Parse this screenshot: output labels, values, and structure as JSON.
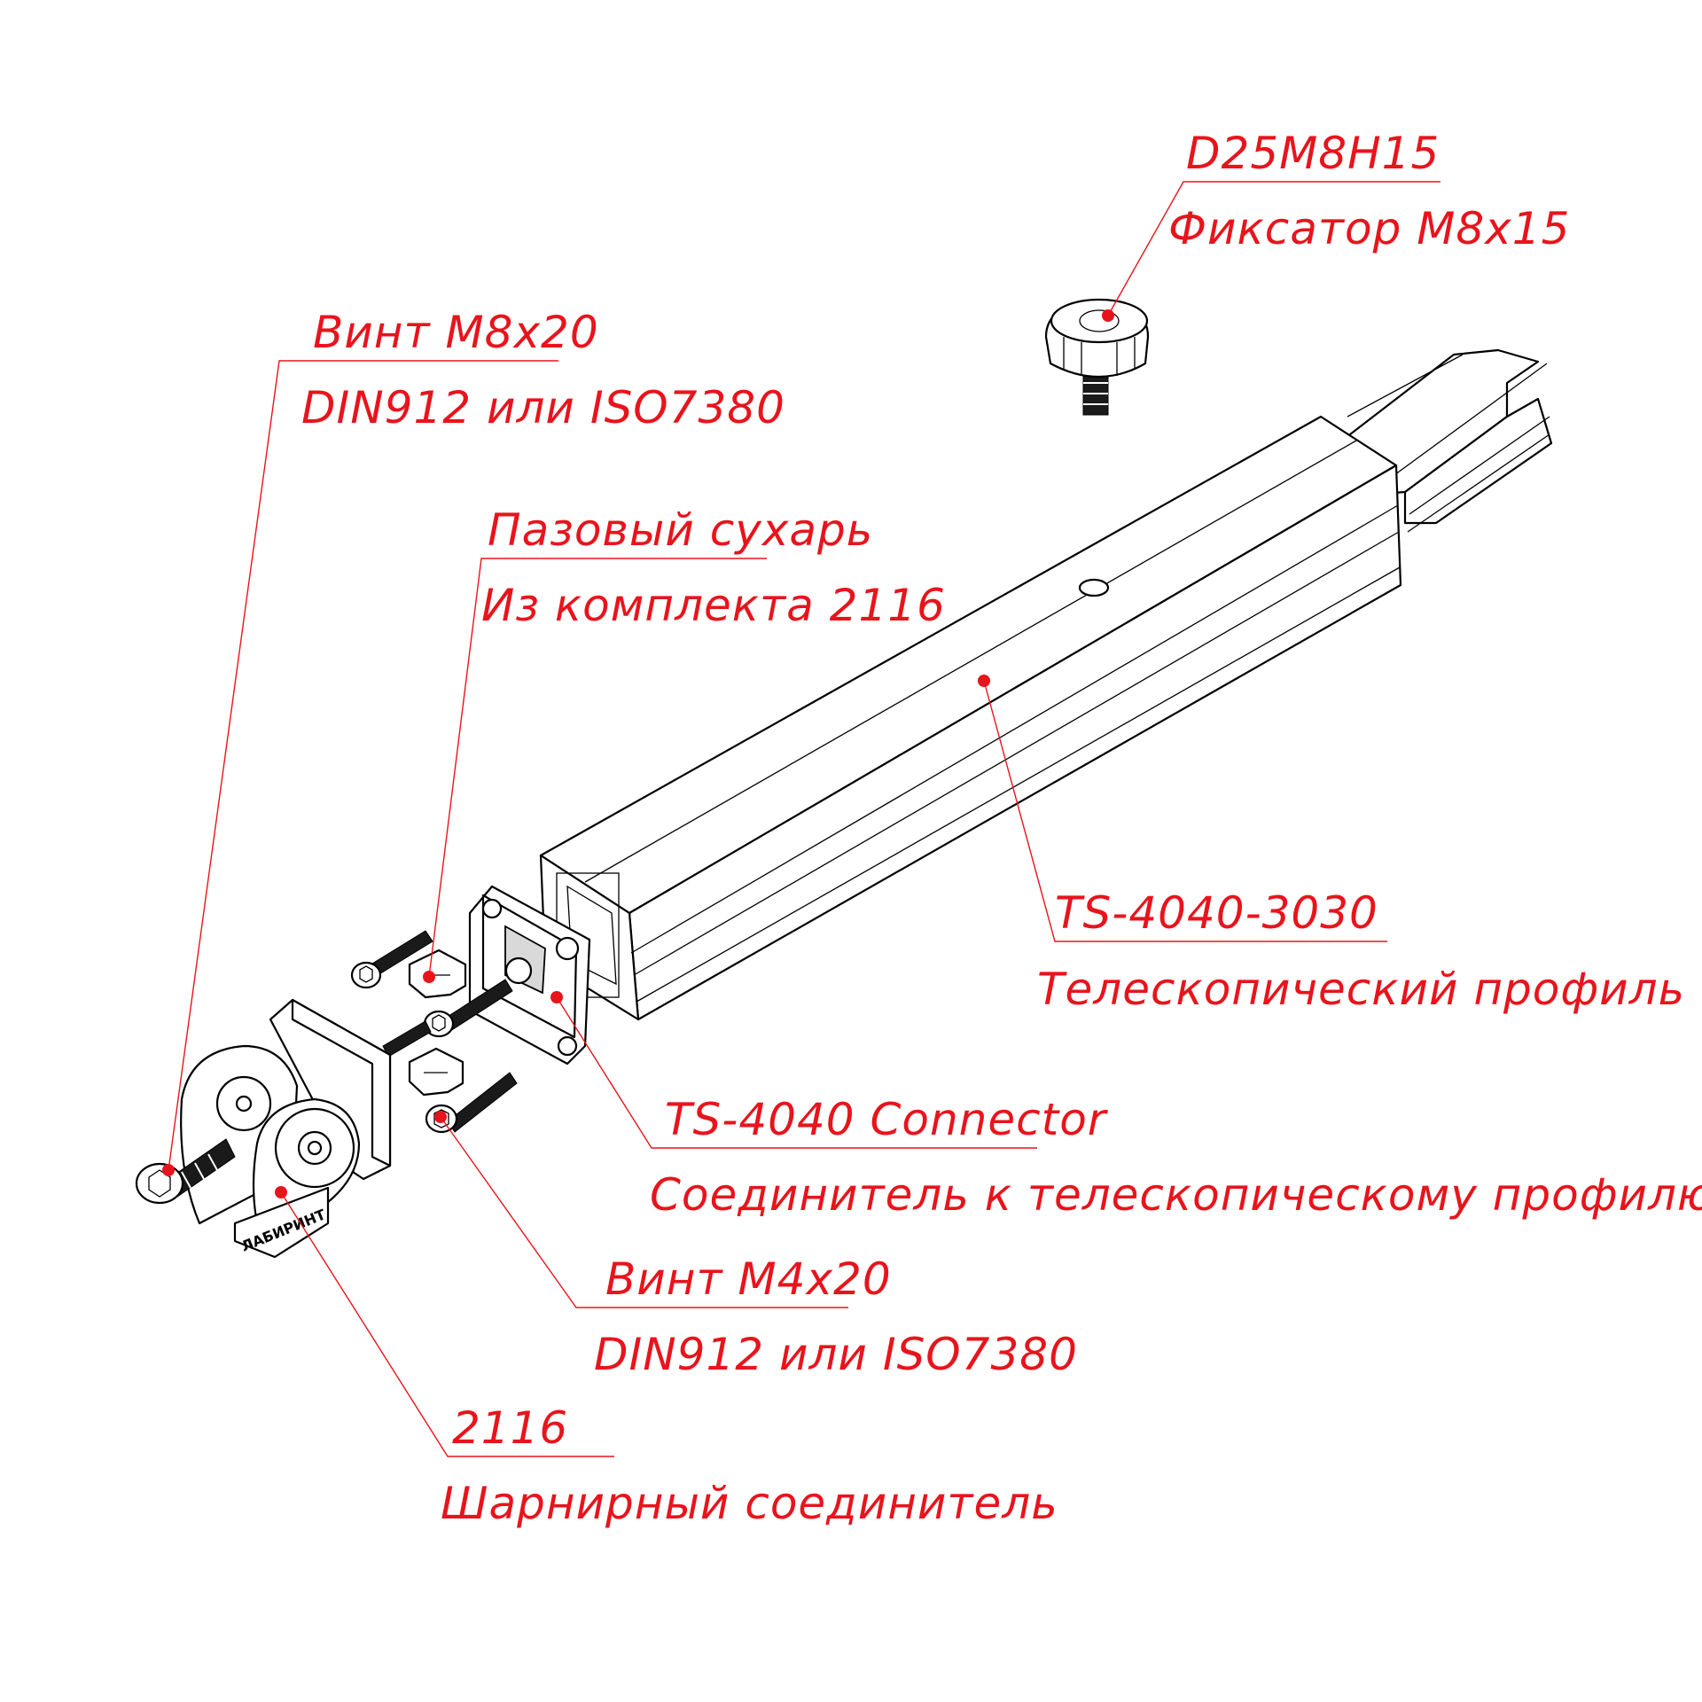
{
  "colors": {
    "label": "#e8141c",
    "ink": "#000000",
    "background": "#ffffff"
  },
  "callouts": {
    "fixator": {
      "code": "D25M8H15",
      "description": "Фиксатор М8х15"
    },
    "screw_m8": {
      "code": "Винт М8х20",
      "description": "DIN912 или ISO7380"
    },
    "slot_nut": {
      "code": "Пазовый сухарь",
      "description": "Из комплекта 2116"
    },
    "profile": {
      "code": "TS-4040-3030",
      "description": "Телескопический профиль"
    },
    "connector": {
      "code": "TS-4040 Connector",
      "description": "Соединитель к телескопическому профилю"
    },
    "screw_m4": {
      "code": "Винт М4х20",
      "description": "DIN912 или ISO7380"
    },
    "hinge": {
      "code": "2116",
      "description": "Шарнирный соединитель"
    }
  },
  "hinge_marking": "ЛАБИРИНТ"
}
